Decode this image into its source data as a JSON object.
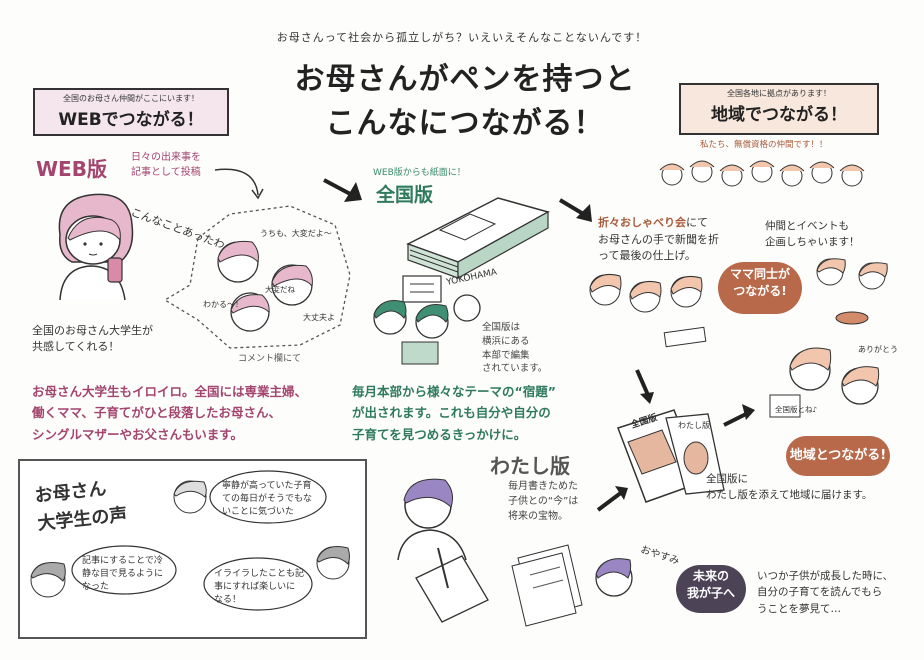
{
  "header": {
    "caption": "お母さんって社会から孤立しがち？いえいえそんなことないんです！",
    "title_line1": "お母さんがペンを持つと",
    "title_line2": "こんなにつながる！"
  },
  "web": {
    "tag_sub": "全国のお母さん仲間がここにいます！",
    "tag_main": "WEBでつながる！",
    "ban_title": "WEB版",
    "desc_line1": "日々の出来事を",
    "desc_line2": "記事として投稿",
    "mom_speech": "こんなことあったわ…",
    "caption_line1": "全国のお母さん大学生が",
    "caption_line2": "共感してくれる！",
    "comment_label": "コメント欄にて",
    "reply1": "うちも、大変だよ～",
    "reply2": "わかる～！",
    "reply3": "大丈夫よ",
    "reply4": "大変だね",
    "text_line1": "お母さん大学生もイロイロ。全国には専業主婦、",
    "text_line2": "働くママ、子育てがひと段落したお母さん、",
    "text_line3": "シングルマザーやお父さんもいます。"
  },
  "voices": {
    "title_line1": "お母さん",
    "title_line2": "大学生の声",
    "v1": "寧静が高っていた子育ての毎日がそうでもないことに気づいた",
    "v2": "記事にすることで冷静な目で見るようになった",
    "v3": "イライラしたことも記事にすれば楽しいになる！"
  },
  "national": {
    "sub": "WEB版からも紙面に！",
    "title": "全国版",
    "hq_sign": "YOKOHAMA",
    "caption_line1": "全国版は",
    "caption_line2": "横浜にある",
    "caption_line3": "本部で編集",
    "caption_line4": "されています。",
    "text_line1": "毎月本部から様々なテーマの“宿題”",
    "text_line2": "が出されます。これも自分や自分の",
    "text_line3": "子育てを見つめるきっかけに。"
  },
  "watashi": {
    "title": "わたし版",
    "caption_line1": "毎月書きためた",
    "caption_line2": "子供との“今”は",
    "caption_line3": "将来の宝物。",
    "paper_label1": "全国版",
    "paper_label2": "わたし版"
  },
  "local": {
    "tag_sub": "全国各地に拠点があります！",
    "tag_main": "地域でつながる！",
    "sub2": "私たち、無償資格の仲間です！！",
    "folding_strong": "折々おしゃべり会",
    "folding_rest1": "にて",
    "folding_line2": "お母さんの手で新聞を折",
    "folding_line3": "って最後の仕上げ。",
    "event_line1": "仲間とイベントも",
    "event_line2": "企画しちゃいます！",
    "mama_line1": "ママ同士が",
    "mama_line2": "つながる!",
    "local_bubble": "地域とつながる!",
    "deliver_line1": "全国版に",
    "deliver_line2": "わたし版を添えて地域に届けます。",
    "speech1": "ありがとう",
    "speech2": "全国版とね♪"
  },
  "future": {
    "bubble_line1": "未来の",
    "bubble_line2": "我が子へ",
    "text_line1": "いつか子供が成長した時に、",
    "text_line2": "自分の子育てを読んでもら",
    "text_line3": "うことを夢見て…",
    "mom_speech": "おやすみ"
  },
  "colors": {
    "web_pink": "#a3456e",
    "national_green": "#2f7a5f",
    "local_orange": "#b7694a",
    "future_purple": "#4d4357"
  }
}
